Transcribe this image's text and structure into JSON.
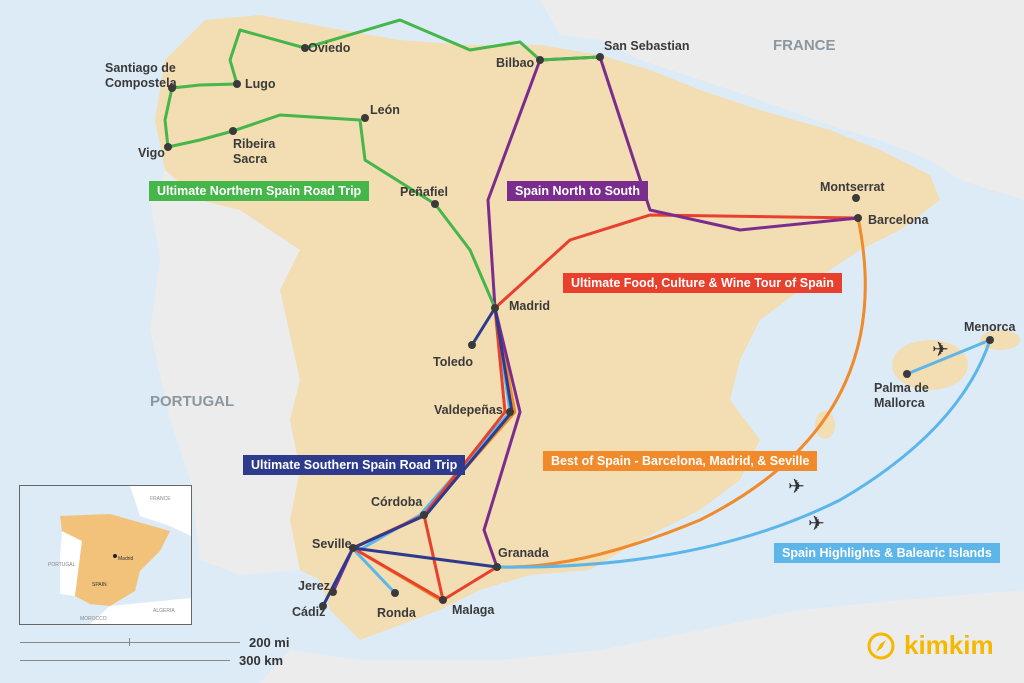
{
  "countries": {
    "france": "FRANCE",
    "portugal": "PORTUGAL"
  },
  "cities": {
    "santiago": "Santiago de Compostela",
    "lugo": "Lugo",
    "oviedo": "Oviedo",
    "bilbao": "Bilbao",
    "san_sebastian": "San Sebastian",
    "vigo": "Vigo",
    "ribeira": "Ribeira Sacra",
    "leon": "León",
    "penafiel": "Peñafiel",
    "madrid": "Madrid",
    "toledo": "Toledo",
    "valdepenas": "Valdepeñas",
    "cordoba": "Córdoba",
    "seville": "Seville",
    "jerez": "Jerez",
    "cadiz": "Cádiz",
    "ronda": "Ronda",
    "malaga": "Malaga",
    "granada": "Granada",
    "montserrat": "Montserrat",
    "barcelona": "Barcelona",
    "palma": "Palma de Mallorca",
    "menorca": "Menorca"
  },
  "routes": [
    {
      "label": "Ultimate Northern Spain Road Trip",
      "color": "#45b649"
    },
    {
      "label": "Spain North to South",
      "color": "#7b2d8e"
    },
    {
      "label": "Ultimate Food, Culture & Wine Tour of Spain",
      "color": "#e8402d"
    },
    {
      "label": "Ultimate Southern Spain Road Trip",
      "color": "#2e3a8c"
    },
    {
      "label": "Best of Spain - Barcelona, Madrid, & Seville",
      "color": "#f08a2a"
    },
    {
      "label": "Spain Highlights & Balearic Islands",
      "color": "#5cb6ea"
    }
  ],
  "inset": {
    "france": "FRANCE",
    "portugal": "PORTUGAL",
    "madrid": "Madrid",
    "spain": "SPAIN",
    "algeria": "ALGERIA",
    "morocco": "MOROCCO"
  },
  "scale": {
    "miles": "200 mi",
    "km": "300 km"
  },
  "logo": {
    "text": "kimkim",
    "color": "#f5b800"
  }
}
